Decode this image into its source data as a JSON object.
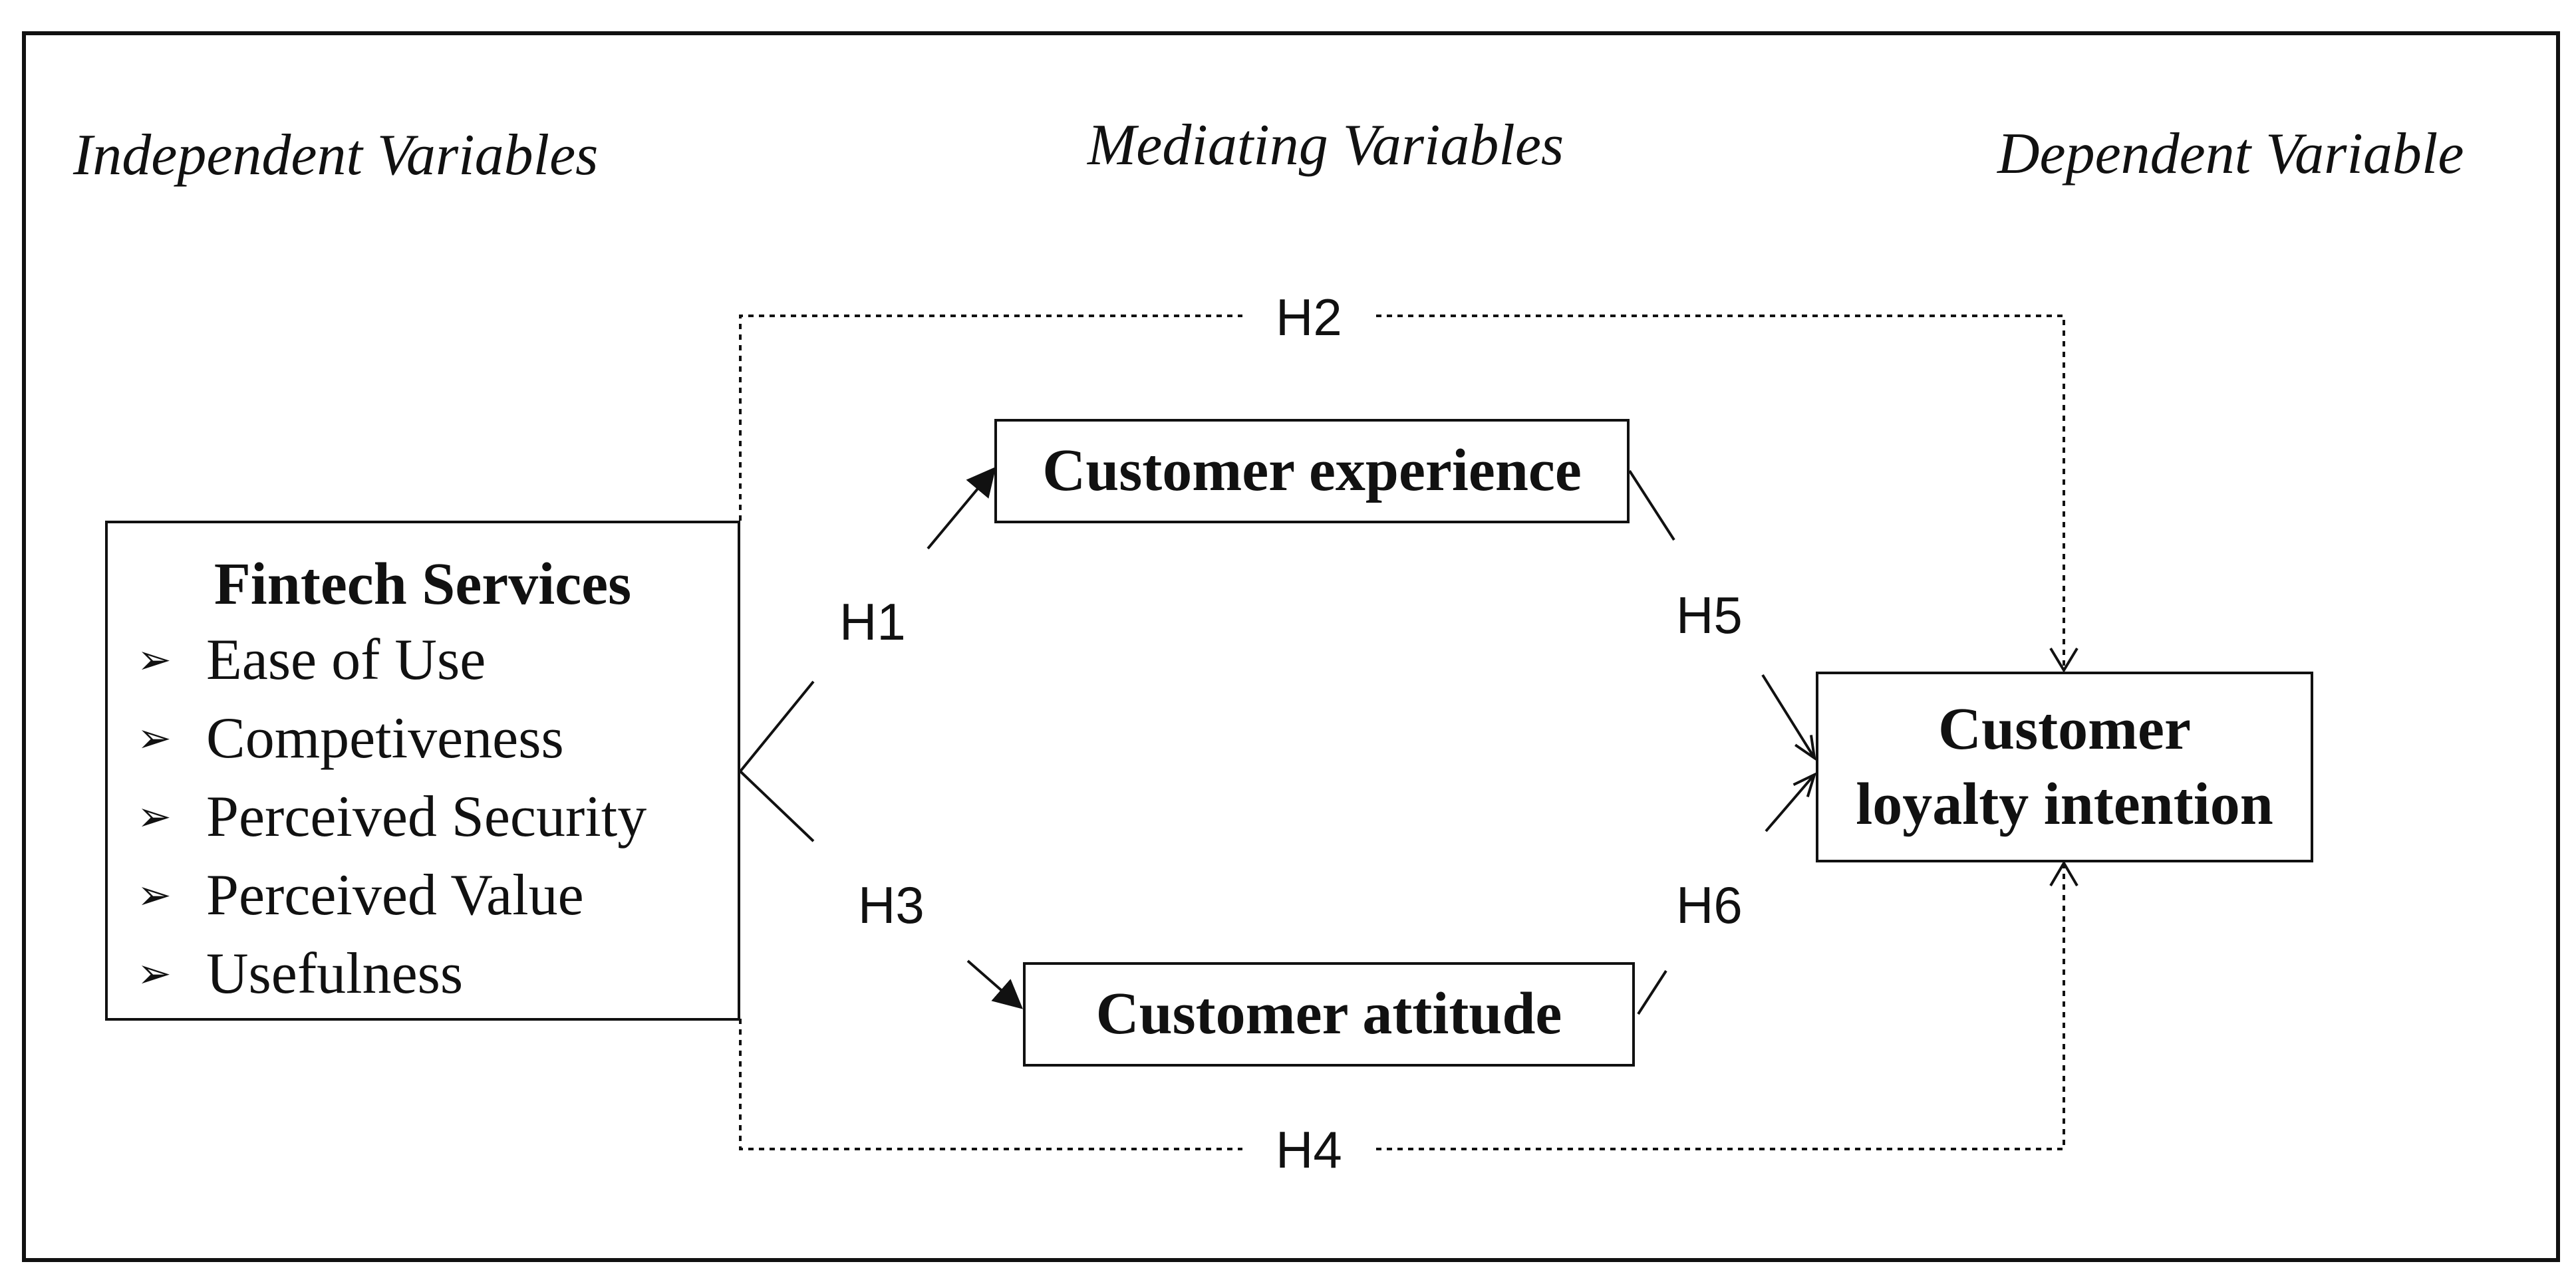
{
  "headers": {
    "independent": "Independent Variables",
    "mediating": "Mediating Variables",
    "dependent": "Dependent Variable"
  },
  "fintech": {
    "title": "Fintech Services",
    "bullet_icon": "arrow-bullet-icon",
    "items": [
      {
        "label": "Ease of Use"
      },
      {
        "label": "Competiveness"
      },
      {
        "label": "Perceived Security"
      },
      {
        "label": "Perceived Value"
      },
      {
        "label": "Usefulness"
      }
    ]
  },
  "mediators": {
    "experience": "Customer experience",
    "attitude": "Customer attitude"
  },
  "dependent_box": {
    "line1": "Customer",
    "line2": "loyalty intention"
  },
  "hypotheses": {
    "h1": "H1",
    "h2": "H2",
    "h3": "H3",
    "h4": "H4",
    "h5": "H5",
    "h6": "H6"
  },
  "colors": {
    "line": "#111111",
    "background": "#ffffff"
  }
}
